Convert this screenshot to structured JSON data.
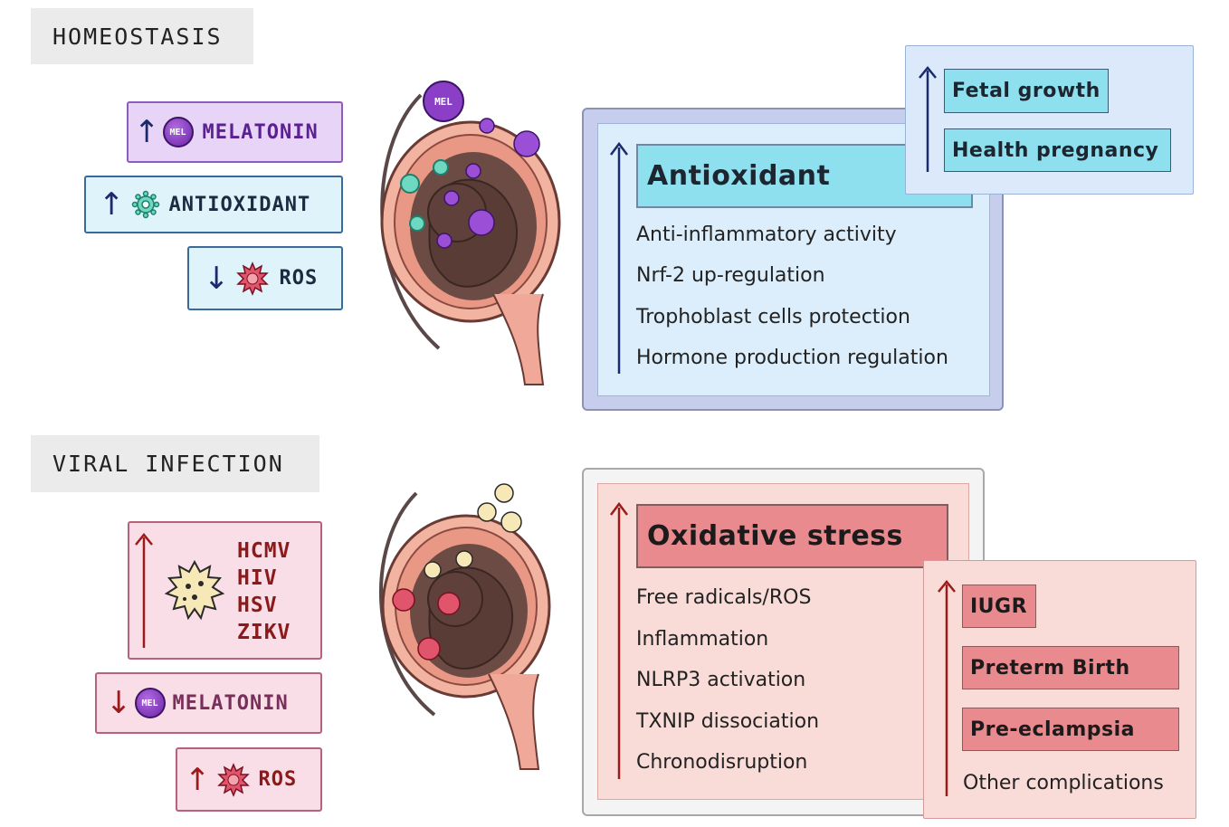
{
  "homeostasis": {
    "label": "HOMEOSTASIS",
    "melatonin": {
      "arrow": "↑",
      "badge": "MEL",
      "text": "MELATONIN"
    },
    "antioxidant": {
      "arrow": "↑",
      "text": "ANTIOXIDANT"
    },
    "ros": {
      "arrow": "↓",
      "text": "ROS"
    },
    "floating_badge": "MEL",
    "effect_title": "Antioxidant",
    "effects": [
      "Anti-inflammatory activity",
      "Nrf-2 up-regulation",
      "Trophoblast cells protection",
      "Hormone production regulation"
    ],
    "outcomes": [
      "Fetal growth",
      "Health pregnancy"
    ]
  },
  "viral_infection": {
    "label": "VIRAL INFECTION",
    "viruses": [
      "HCMV",
      "HIV",
      "HSV",
      "ZIKV"
    ],
    "melatonin": {
      "arrow": "↓",
      "badge": "MEL",
      "text": "MELATONIN"
    },
    "ros": {
      "arrow": "↑",
      "text": "ROS"
    },
    "effect_title": "Oxidative stress",
    "effects": [
      "Free radicals/ROS",
      "Inflammation",
      "NLRP3 activation",
      "TXNIP dissociation",
      "Chronodisruption"
    ],
    "outcomes": [
      "IUGR",
      "Preterm Birth",
      "Pre-eclampsia"
    ],
    "other_outcome": "Other complications"
  },
  "colors": {
    "mel_purple": "#7a2fb8",
    "antioxidant_green": "#2bb39a",
    "ros_red": "#b5203a",
    "blue_arrow": "#1a2a6c",
    "red_arrow": "#9b1b1b"
  }
}
